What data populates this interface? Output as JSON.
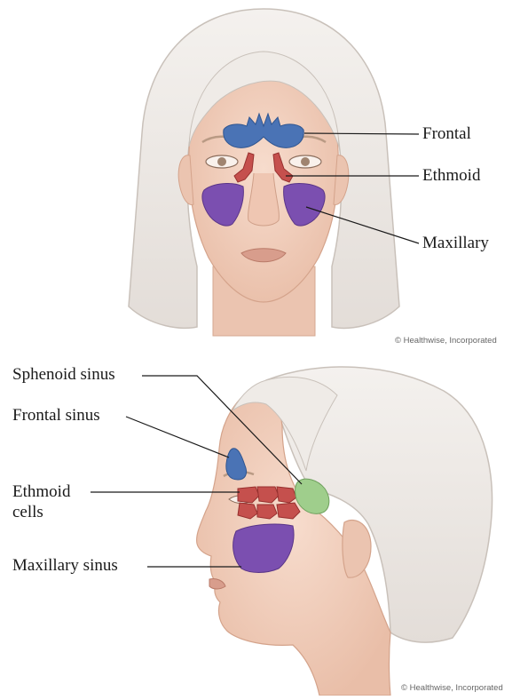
{
  "front_view": {
    "labels": {
      "frontal": "Frontal",
      "ethmoid": "Ethmoid",
      "maxillary": "Maxillary"
    },
    "credit": "© Healthwise, Incorporated"
  },
  "side_view": {
    "labels": {
      "sphenoid": "Sphenoid sinus",
      "frontal": "Frontal sinus",
      "ethmoid_line1": "Ethmoid",
      "ethmoid_line2": "cells",
      "maxillary": "Maxillary sinus"
    },
    "credit": "© Healthwise, Incorporated"
  },
  "colors": {
    "frontal_sinus": "#4a73b5",
    "ethmoid_sinus": "#c5504d",
    "maxillary_sinus": "#7b4fb0",
    "sphenoid_sinus": "#9fce8c",
    "skin": "#f2d3c2",
    "hair": "#eeeae6"
  }
}
